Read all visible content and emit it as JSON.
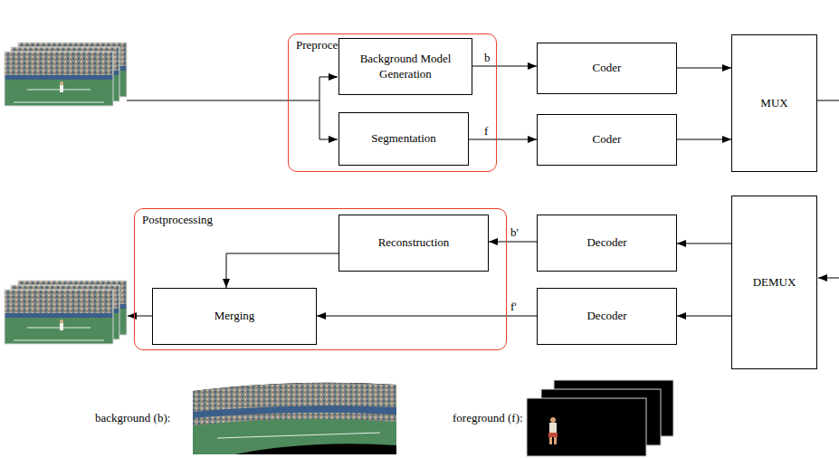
{
  "diagram": {
    "nodes": [
      {
        "text": [
          "Preprocessing"
        ]
      },
      {
        "text": [
          "Background Model Generation"
        ],
        "in": 0
      },
      {
        "text": [
          "Segmentation"
        ],
        "in": 0
      },
      {
        "text": [
          "Coder"
        ]
      },
      {
        "text": [
          "Coder"
        ]
      },
      {
        "text": [
          "MUX"
        ]
      },
      {
        "text": [
          "Postprocessing"
        ]
      },
      {
        "text": [
          "Reconstruction"
        ],
        "in": 6
      },
      {
        "text": [
          "Merging"
        ],
        "in": 6
      },
      {
        "text": [
          "Decoder"
        ]
      },
      {
        "text": [
          "Decoder"
        ]
      },
      {
        "text": [
          "DEMUX"
        ]
      }
    ],
    "edges": [
      {
        "from": 1,
        "to": 3,
        "label": "b",
        "arrow": "to"
      },
      {
        "from": 2,
        "to": 4,
        "label": "f",
        "arrow": "to"
      },
      {
        "from": 3,
        "to": 5,
        "arrow": "to"
      },
      {
        "from": 4,
        "to": 5,
        "arrow": "to"
      },
      {
        "from": 11,
        "to": 9,
        "arrow": "to"
      },
      {
        "from": 11,
        "to": 10,
        "arrow": "to"
      },
      {
        "from": 9,
        "to": 7,
        "label": "b'",
        "arrow": "to"
      },
      {
        "from": 10,
        "to": 8,
        "label": "f'",
        "arrow": "to"
      },
      {
        "from": 7,
        "to": 8,
        "arrow": "to"
      }
    ],
    "labels": [
      "background (b):",
      "foreground (f):"
    ]
  }
}
